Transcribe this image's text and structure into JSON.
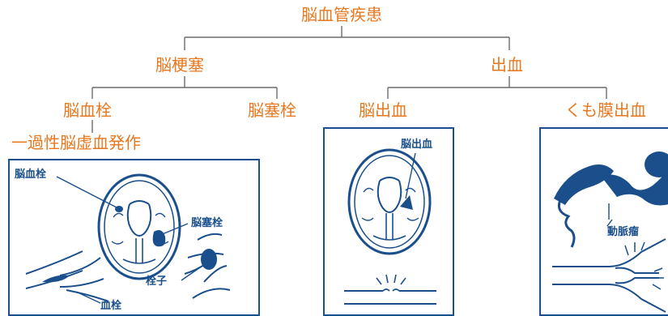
{
  "tree": {
    "root": "脳血管疾患",
    "level1": {
      "left": "脳梗塞",
      "right": "出血"
    },
    "level2": {
      "thrombosis": "脳血栓",
      "embolism": "脳塞栓",
      "cerebral_hemorrhage": "脳出血",
      "subarachnoid": "くも膜出血"
    },
    "tia": "一過性脳虚血発作"
  },
  "colors": {
    "node_text": "#e8781f",
    "illustration": "#1a4f8c",
    "connector": "#6b6b6b"
  },
  "panels": {
    "infarction": {
      "labels": {
        "thrombosis": "脳血栓",
        "embolism": "脳塞栓",
        "embolus": "栓子",
        "clot": "血栓"
      }
    },
    "hemorrhage": {
      "labels": {
        "bleed": "脳出血"
      }
    },
    "subarachnoid": {
      "labels": {
        "aneurysm": "動脈瘤"
      }
    }
  }
}
